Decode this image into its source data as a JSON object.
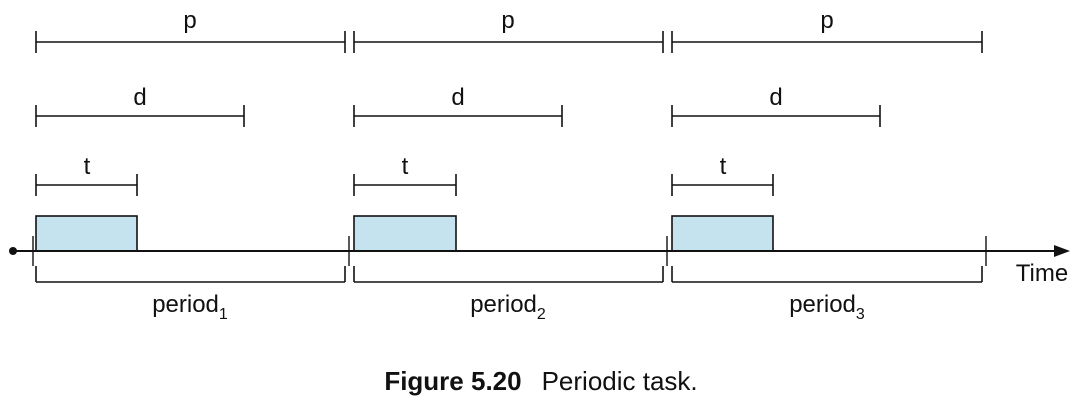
{
  "labels": {
    "period": "p",
    "deadline": "d",
    "processing": "t"
  },
  "axis": {
    "label": "Time"
  },
  "periods": [
    {
      "name": "period",
      "index": "1"
    },
    {
      "name": "period",
      "index": "2"
    },
    {
      "name": "period",
      "index": "3"
    }
  ],
  "caption": {
    "number": "Figure 5.20",
    "text": "Periodic task."
  },
  "colors": {
    "task_fill": "#c5e3ef",
    "stroke": "#111111"
  }
}
